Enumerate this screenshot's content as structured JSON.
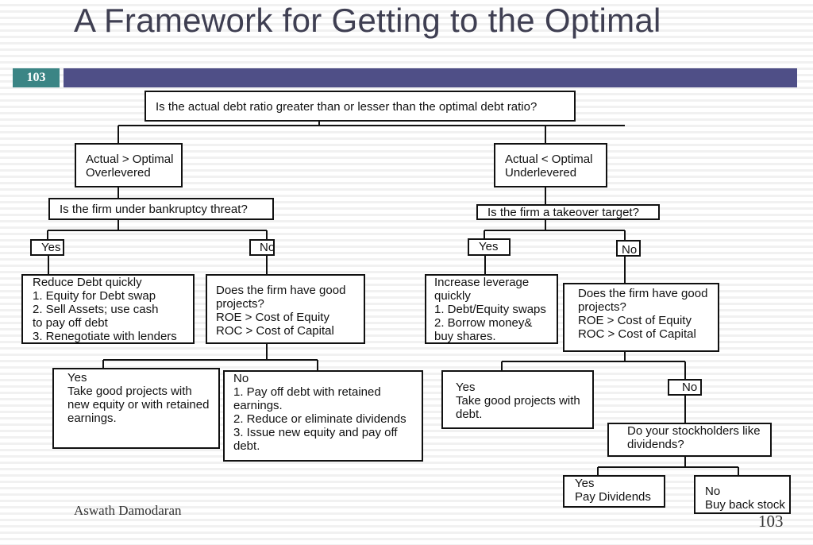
{
  "title": "A Framework for Getting to the Optimal",
  "header": {
    "slide_number": "103"
  },
  "colors": {
    "header_bar": "#4f4f87",
    "number_box": "#3b8585"
  },
  "flowchart": {
    "root": "Is the actual debt ratio greater than or lesser than the optimal debt ratio?",
    "over": "Actual > Optimal\nOverlevered",
    "under": "Actual < Optimal\nUnderlevered",
    "bankruptcy_question": "Is the firm under bankruptcy threat?",
    "takeover_question": "Is the firm a takeover target?",
    "bankruptcy_yes": "Yes",
    "bankruptcy_no": "No",
    "takeover_yes": "Yes",
    "takeover_no": "No",
    "reduce_debt": "Reduce Debt quickly\n1. Equity for Debt swap\n2. Sell Assets; use cash\nto pay off debt\n3. Renegotiate with lenders",
    "good_projects_left": "Does the firm have good\nprojects?\nROE > Cost of Equity\nROC > Cost of Capital",
    "increase_leverage": "Increase leverage\nquickly\n1. Debt/Equity swaps\n2. Borrow money&\nbuy shares.",
    "good_projects_right": "Does the firm have good\nprojects?\nROE > Cost of Equity\nROC > Cost of Capital",
    "left_yes": "        Yes\nTake good projects with\nnew equity or with retained\nearnings.",
    "left_no": "            No\n1. Pay off debt with retained\nearnings.\n2. Reduce or eliminate dividends\n3. Issue new equity and pay off\ndebt.",
    "right_yes": "Yes\nTake good projects with\ndebt.",
    "right_no": "No",
    "dividends_question": "Do your stockholders like\ndividends?",
    "pay_dividends": "Yes\nPay Dividends",
    "buy_back": "No\nBuy back stock"
  },
  "footer": {
    "author": "Aswath Damodaran",
    "page": "103"
  }
}
